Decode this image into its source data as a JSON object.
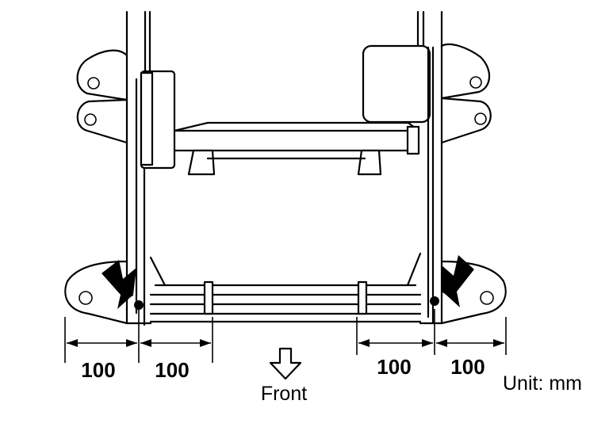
{
  "dimensions": {
    "left_outer": "100",
    "left_inner": "100",
    "right_inner": "100",
    "right_outer": "100"
  },
  "labels": {
    "front": "Front",
    "unit": "Unit: mm"
  },
  "icons": {
    "front_arrow": "down-arrow-outline-icon",
    "left_pointer": "pointer-arrow-icon",
    "right_pointer": "pointer-arrow-icon",
    "reference_point": "filled-dot-icon"
  }
}
